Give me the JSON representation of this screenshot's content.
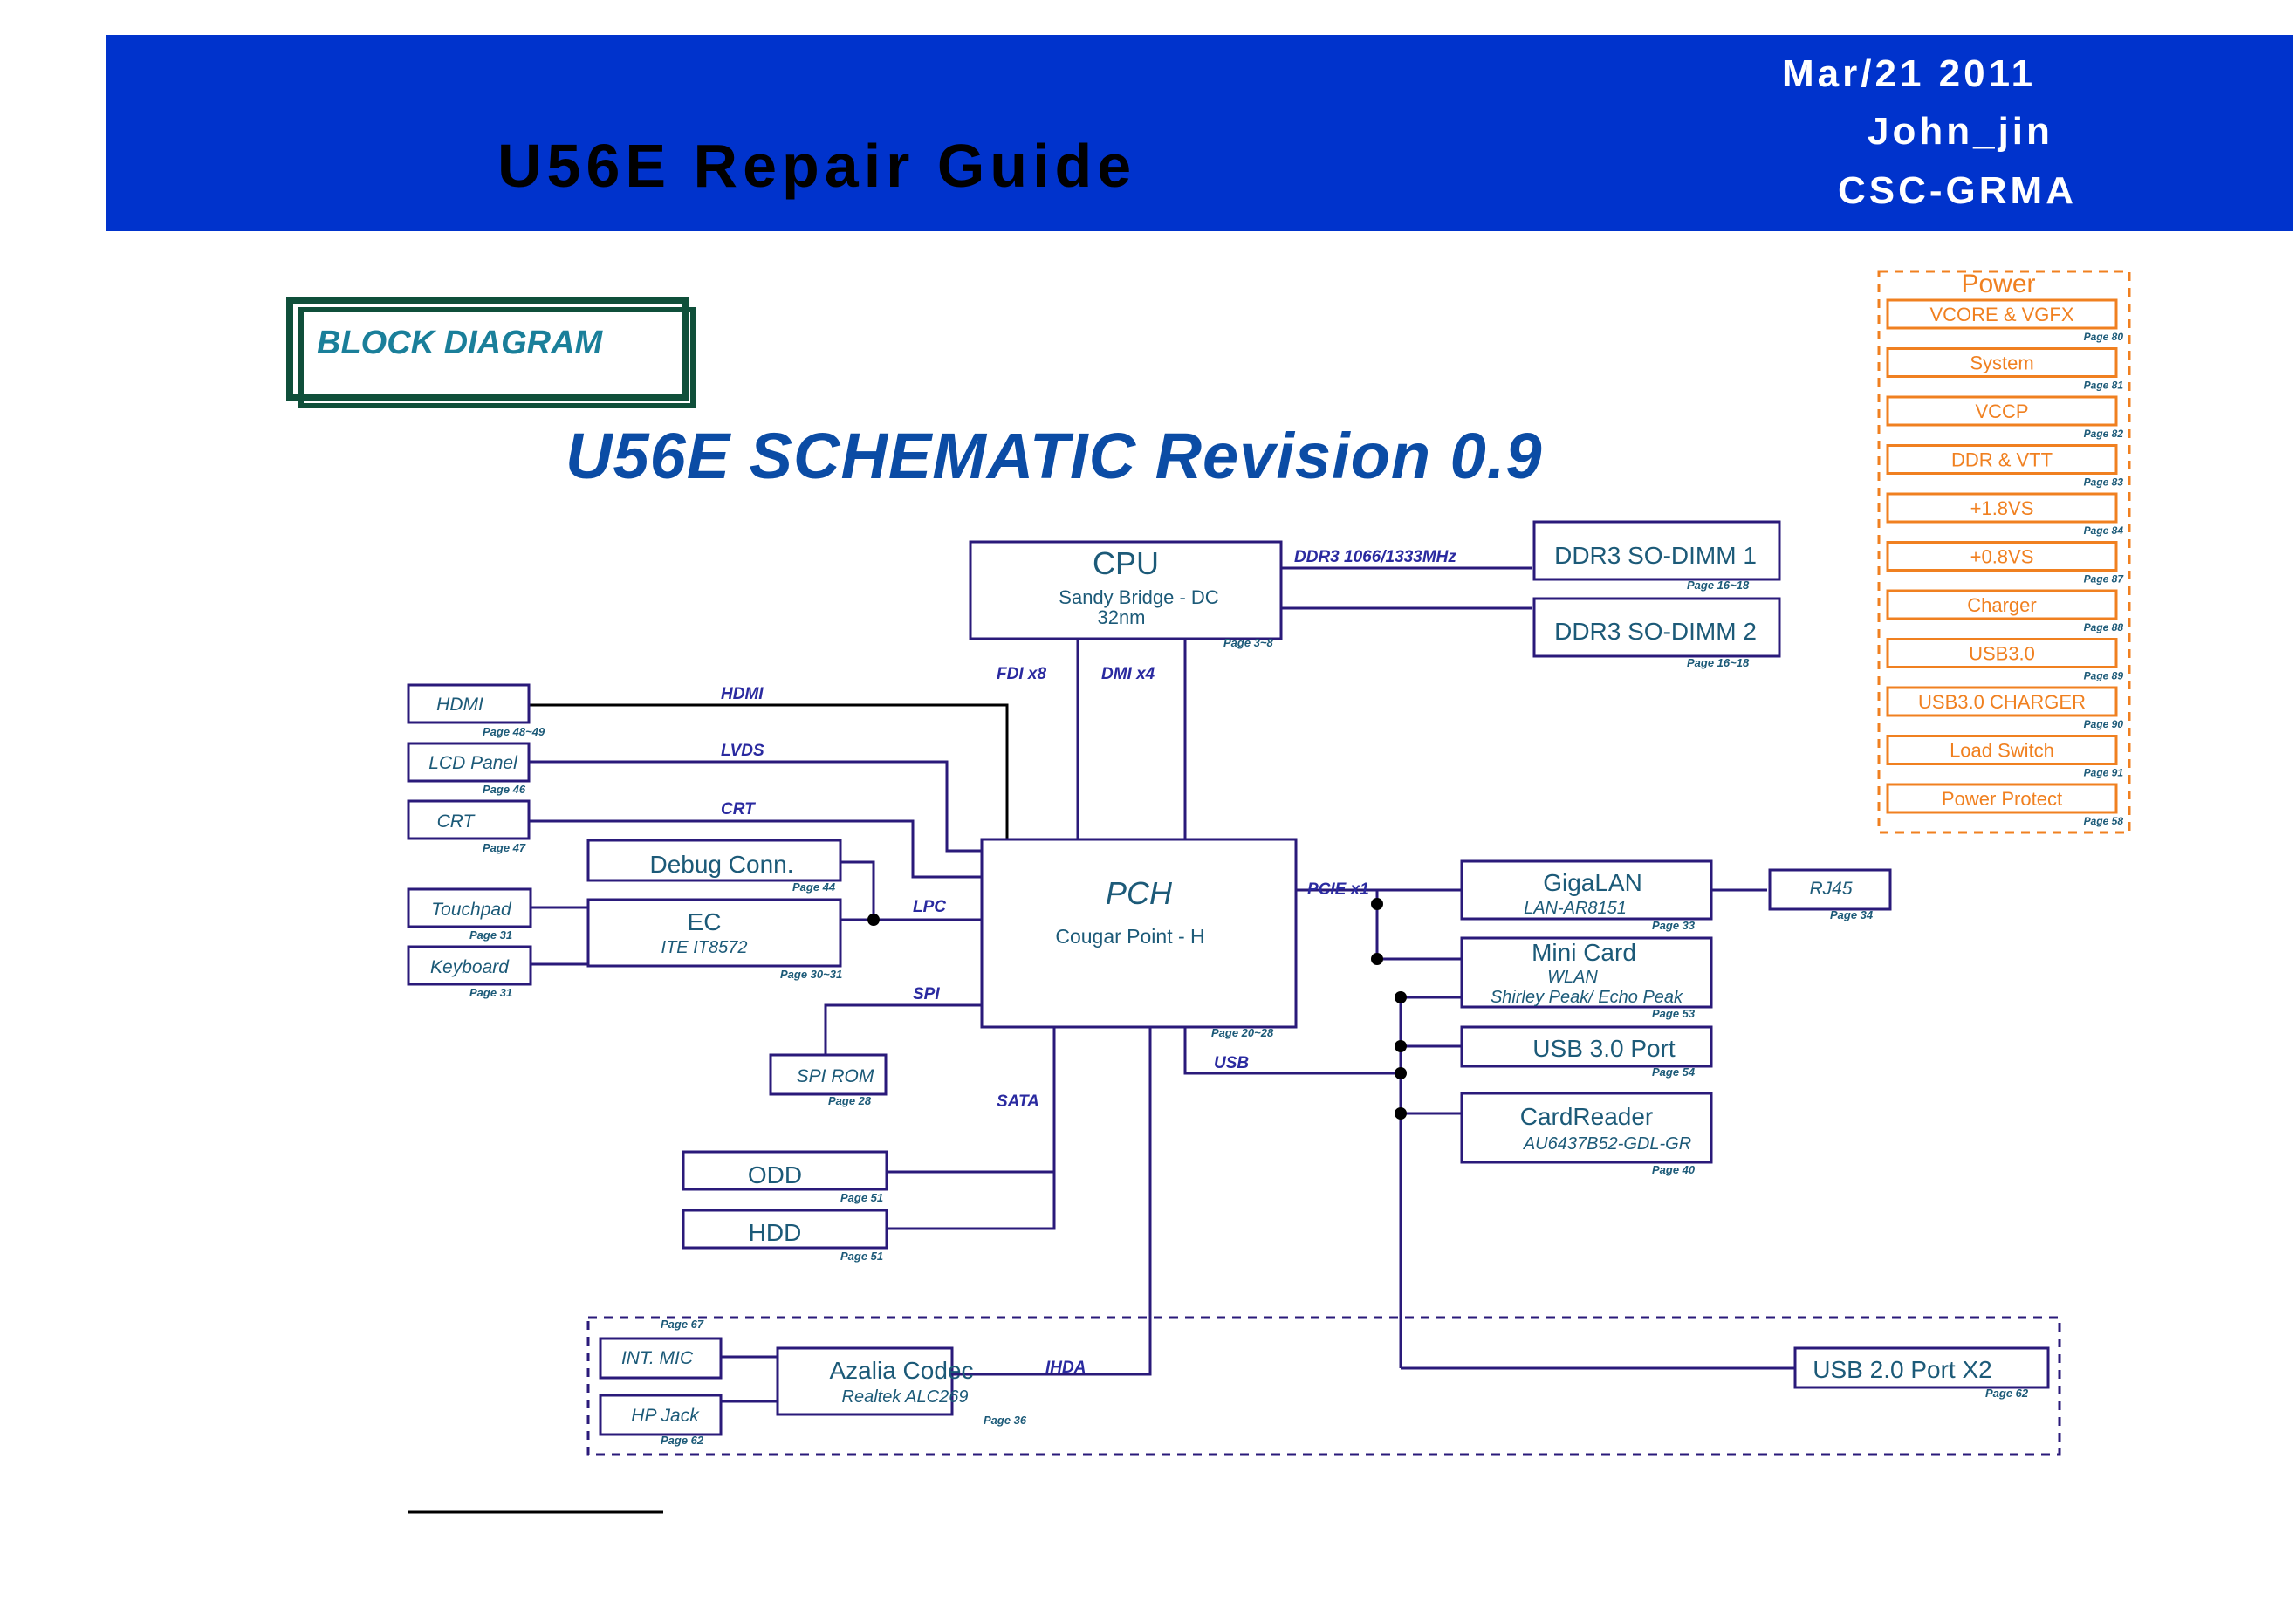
{
  "header": {
    "title": "U56E Repair Guide",
    "date": "Mar/21 2011",
    "author": "John_jin",
    "org": "CSC-GRMA"
  },
  "block_label": "BLOCK DIAGRAM",
  "schematic_title": "U56E SCHEMATIC Revision 0.9",
  "colors": {
    "header_bg": "#0033cc",
    "block_border": "#2a1a7a",
    "bus_label": "#2a2aa0",
    "power": "#f08020",
    "title": "#0b4ca5"
  },
  "blocks": {
    "cpu": {
      "title": "CPU",
      "sub1": "Sandy Bridge - DC",
      "sub2": "32nm",
      "page": "Page 3~8"
    },
    "dimm1": {
      "title": "DDR3 SO-DIMM 1",
      "page": "Page 16~18"
    },
    "dimm2": {
      "title": "DDR3 SO-DIMM 2",
      "page": "Page 16~18"
    },
    "hdmi": {
      "title": "HDMI",
      "page": "Page 48~49"
    },
    "lcd": {
      "title": "LCD Panel",
      "page": "Page 46"
    },
    "crt": {
      "title": "CRT",
      "page": "Page 47"
    },
    "debug": {
      "title": "Debug Conn.",
      "page": "Page 44"
    },
    "ec": {
      "title": "EC",
      "sub1": "ITE IT8572",
      "page": "Page 30~31"
    },
    "touchpad": {
      "title": "Touchpad",
      "page": "Page 31"
    },
    "keyboard": {
      "title": "Keyboard",
      "page": "Page 31"
    },
    "pch": {
      "title": "PCH",
      "sub1": "Cougar Point - H",
      "page": "Page 20~28"
    },
    "spirom": {
      "title": "SPI ROM",
      "page": "Page 28"
    },
    "odd": {
      "title": "ODD",
      "page": "Page 51"
    },
    "hdd": {
      "title": "HDD",
      "page": "Page 51"
    },
    "gigalan": {
      "title": "GigaLAN",
      "sub1": "LAN-AR8151",
      "page": "Page 33"
    },
    "rj45": {
      "title": "RJ45",
      "page": "Page 34"
    },
    "minicard": {
      "title": "Mini Card",
      "sub1": "WLAN",
      "sub2": "Shirley Peak/ Echo Peak",
      "page": "Page 53"
    },
    "usb30": {
      "title": "USB 3.0 Port",
      "page": "Page 54"
    },
    "cardreader": {
      "title": "CardReader",
      "sub1": "AU6437B52-GDL-GR",
      "page": "Page 40"
    },
    "usb20": {
      "title": "USB 2.0 Port X2",
      "page": "Page 62"
    },
    "intmic": {
      "title": "INT. MIC",
      "page": "Page 67"
    },
    "hpjack": {
      "title": "HP Jack",
      "page": "Page 62"
    },
    "azalia": {
      "title": "Azalia Codec",
      "sub1": "Realtek ALC269",
      "page": "Page 36"
    }
  },
  "buses": {
    "ddr3": "DDR3 1066/1333MHz",
    "fdi": "FDI x8",
    "dmi": "DMI x4",
    "hdmi": "HDMI",
    "lvds": "LVDS",
    "crt": "CRT",
    "lpc": "LPC",
    "spi": "SPI",
    "sata": "SATA",
    "pcie": "PCIE x1",
    "usb": "USB",
    "ihda": "IHDA"
  },
  "power": {
    "title": "Power",
    "items": [
      {
        "label": "VCORE & VGFX",
        "page": "Page 80"
      },
      {
        "label": "System",
        "page": "Page 81"
      },
      {
        "label": "VCCP",
        "page": "Page 82"
      },
      {
        "label": "DDR & VTT",
        "page": "Page 83"
      },
      {
        "label": "+1.8VS",
        "page": "Page 84"
      },
      {
        "label": "+0.8VS",
        "page": "Page 87"
      },
      {
        "label": "Charger",
        "page": "Page 88"
      },
      {
        "label": "USB3.0",
        "page": "Page 89"
      },
      {
        "label": "USB3.0 CHARGER",
        "page": "Page 90"
      },
      {
        "label": "Load Switch",
        "page": "Page 91"
      },
      {
        "label": "Power Protect",
        "page": "Page 58"
      }
    ]
  }
}
